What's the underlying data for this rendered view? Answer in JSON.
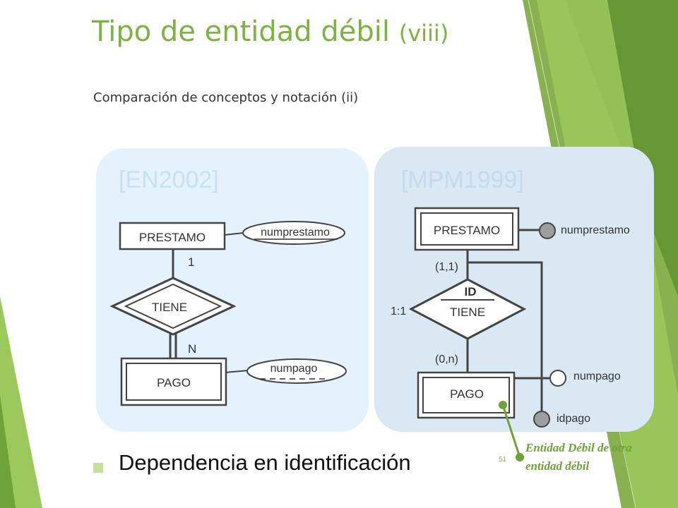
{
  "slide": {
    "title_main": "Tipo de entidad débil",
    "title_suffix": "(viii)",
    "subtitle": "Comparación de conceptos y notación (ii)",
    "bullet": "Dependencia en identificación",
    "page_number": "51",
    "annotation": "Entidad Débil de otra entidad débil"
  },
  "left_panel": {
    "label": "[EN2002]",
    "entity_owner": "PRESTAMO",
    "relationship": "TIENE",
    "entity_weak": "PAGO",
    "attr_key": "numprestamo",
    "attr_partial_key": "numpago",
    "card_owner": "1",
    "card_weak": "N"
  },
  "right_panel": {
    "label": "[MPM1999]",
    "entity_owner": "PRESTAMO",
    "relationship": "TIENE",
    "relationship_tag": "ID",
    "ratio": "1:1",
    "card_owner": "(1,1)",
    "card_weak": "(0,n)",
    "entity_weak": "PAGO",
    "attr_1": "numprestamo",
    "attr_2": "numpago",
    "attr_3": "idpago"
  },
  "colors": {
    "accent_green": "#7cb343",
    "left_panel_bg": "#e3f2fc",
    "right_panel_bg": "#d9e8f2"
  }
}
